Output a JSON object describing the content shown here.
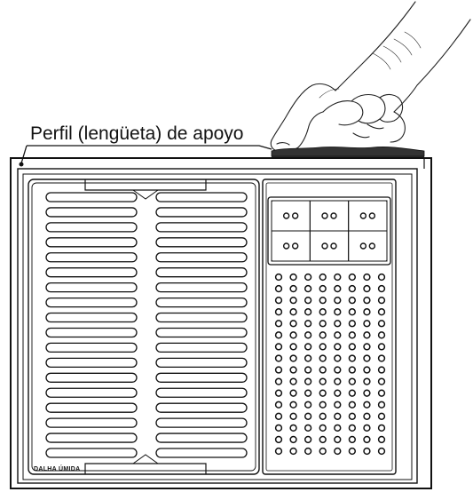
{
  "callout": {
    "label": "Perfil (lengüeta) de apoyo"
  },
  "tray": {
    "label": "DALHA ÚMIDA",
    "left_panel": {
      "slot_rows": 18,
      "slot_columns": 2
    },
    "right_panel": {
      "compartments": [
        {
          "row": 1,
          "col": 1
        },
        {
          "row": 1,
          "col": 2
        },
        {
          "row": 1,
          "col": 3
        },
        {
          "row": 2,
          "col": 1
        },
        {
          "row": 2,
          "col": 2
        },
        {
          "row": 2,
          "col": 3
        }
      ],
      "hole_grid": {
        "rows": 16,
        "columns": 8
      }
    }
  },
  "icons": {
    "hand": "hand-pressing-icon"
  },
  "colors": {
    "line": "#111111",
    "background": "#ffffff",
    "pressed_material": "#333333"
  }
}
